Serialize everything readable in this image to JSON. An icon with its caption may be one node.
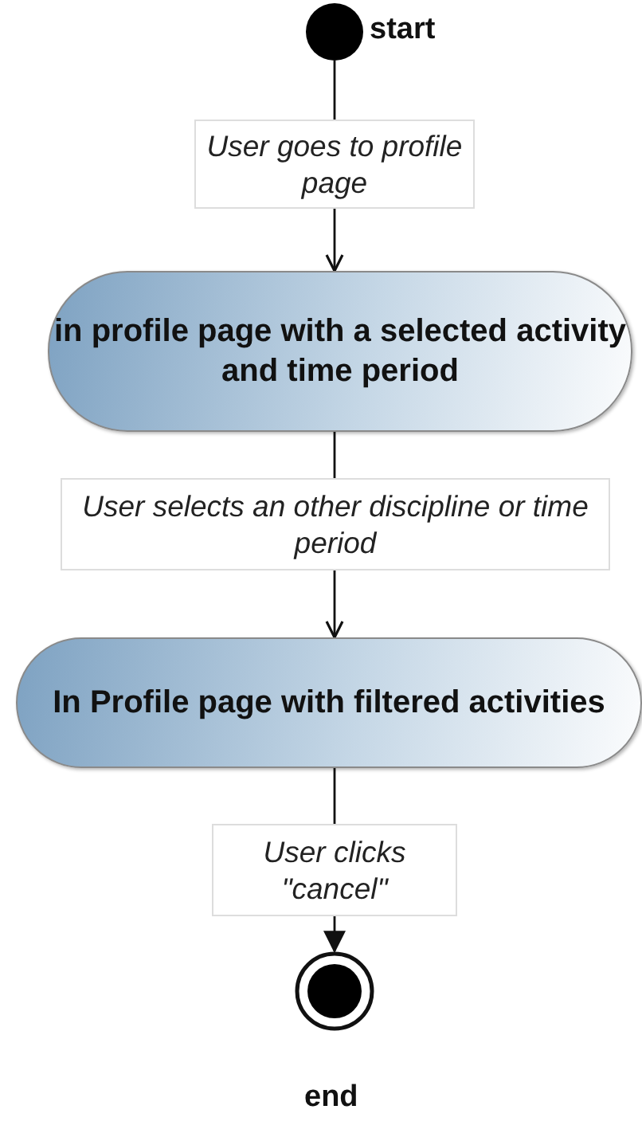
{
  "diagram": {
    "nodes": [
      {
        "text": [],
        "shape": "circle",
        "beside": [
          "start"
        ]
      },
      {
        "text": [
          "in profile page with a selected activity and time period"
        ]
      },
      {
        "text": [
          "In Profile page with filtered activities"
        ]
      },
      {
        "text": [],
        "shape": "circle",
        "beside": [
          "end"
        ]
      }
    ],
    "edges": [
      {
        "from": 0,
        "to": 1,
        "arrow": "to",
        "label": "User goes to profile page"
      },
      {
        "from": 1,
        "to": 2,
        "arrow": "to",
        "label": "User selects an other discipline or time period"
      },
      {
        "from": 2,
        "to": 3,
        "arrow": "to",
        "label": "User clicks \"cancel\""
      }
    ]
  }
}
